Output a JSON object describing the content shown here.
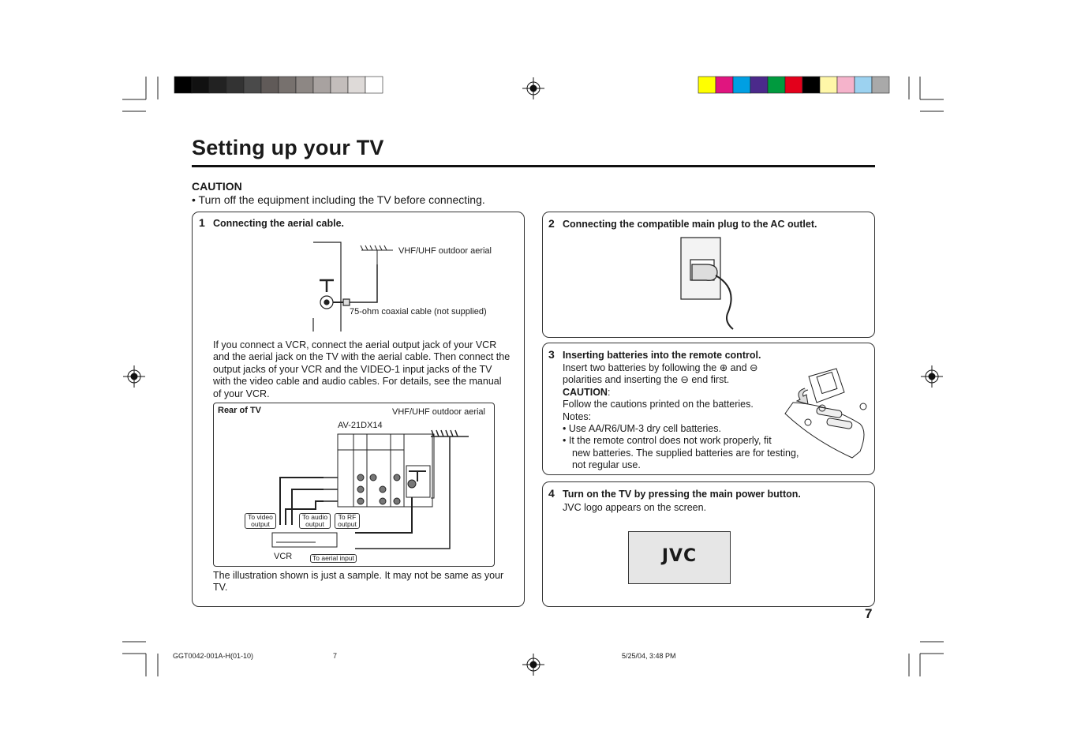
{
  "page": {
    "title": "Setting up your TV",
    "caution_heading": "CAUTION",
    "caution_text": "•   Turn off the equipment including the TV before connecting.",
    "page_number": "7"
  },
  "color_bars": {
    "grayscale": [
      "#000000",
      "#111111",
      "#222222",
      "#333333",
      "#4a4a4a",
      "#605a58",
      "#77716e",
      "#8d8784",
      "#a8a2a0",
      "#c3bdbb",
      "#dedad8",
      "#ffffff"
    ],
    "process": [
      "#ffff00",
      "#e0157f",
      "#009fe3",
      "#4b2a8b",
      "#009a3e",
      "#e3001b",
      "#000000",
      "#fff7a8",
      "#f5b3cb",
      "#9cd2f0",
      "#a9a9a9"
    ]
  },
  "step1": {
    "number": "1",
    "title": "Connecting the aerial cable.",
    "aerial_label": "VHF/UHF outdoor aerial",
    "cable_label": "75-ohm coaxial cable (not supplied)",
    "para": [
      "If you connect a VCR, connect the aerial output jack of your VCR",
      "and the aerial jack on the TV with the aerial cable. Then connect the",
      "output jacks of your VCR and the VIDEO-1 input jacks of the TV",
      "with the video cable and audio cables. For details, see the manual",
      "of your VCR."
    ],
    "rear_label": "Rear of TV",
    "aerial_label2": "VHF/UHF outdoor aerial",
    "model": "AV-21DX14",
    "to_video": "To video output",
    "to_audio": "To audio output",
    "to_rf": "To RF output",
    "vcr": "VCR",
    "to_aerial": "To aerial input",
    "note": [
      "The illustration shown is just a sample. It may not be same as your",
      "TV."
    ]
  },
  "step2": {
    "number": "2",
    "title": "Connecting the compatible main plug to the AC outlet."
  },
  "step3": {
    "number": "3",
    "title": "Inserting batteries into the remote control.",
    "line1": "Insert two batteries by following the ⊕ and ⊖",
    "line2": "polarities and inserting the ⊖ end first.",
    "caution": "CAUTION",
    "caution_colon": ":",
    "line3": "Follow the cautions printed on the batteries.",
    "notes": "Notes:",
    "bullet1": "•  Use AA/R6/UM-3 dry cell batteries.",
    "bullet2a": "•  It the remote control does not work properly, fit",
    "bullet2b": "new batteries. The supplied batteries are for testing,",
    "bullet2c": "not regular use."
  },
  "step4": {
    "number": "4",
    "title": "Turn on the TV by pressing the main power button.",
    "body": "JVC logo appears on the screen.",
    "logo": "JVC"
  },
  "footer": {
    "code": "GGT0042-001A-H(01-10)",
    "page": "7",
    "date": "5/25/04, 3:48 PM"
  }
}
